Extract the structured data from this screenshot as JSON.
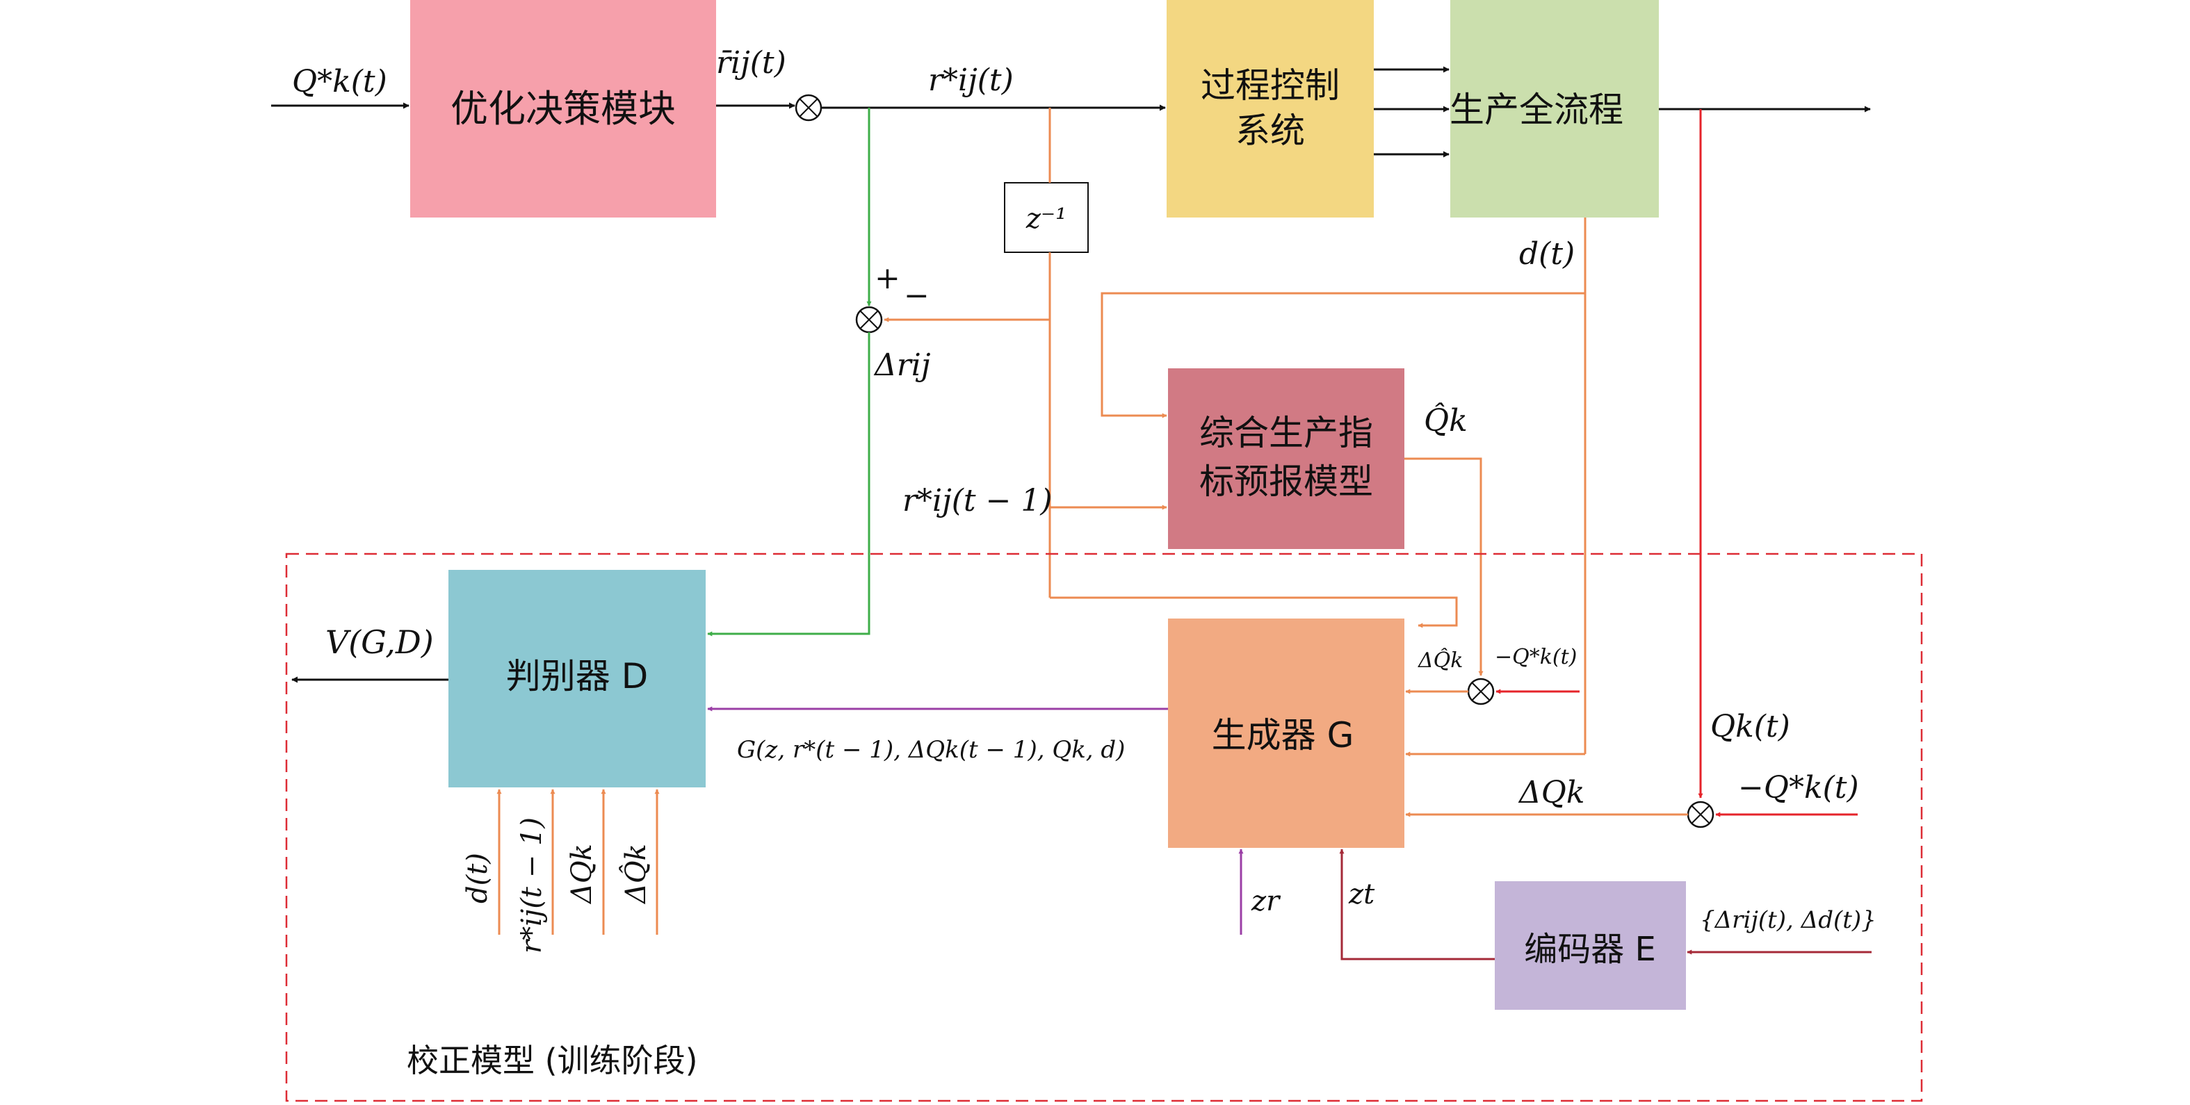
{
  "blocks": {
    "optimization": "优化决策模块",
    "process_control_1": "过程控制",
    "process_control_2": "系统",
    "production": "生产全流程",
    "forecast_1": "综合生产指",
    "forecast_2": "标预报模型",
    "discriminator": "判别器 D",
    "generator": "生成器 G",
    "encoder": "编码器 E",
    "delay": "z⁻¹"
  },
  "labels": {
    "q_star_in": "Q*k(t)",
    "r_bar": "r̄ij(t)",
    "r_star": "r*ij(t)",
    "d_t": "d(t)",
    "plus": "+",
    "minus": "−",
    "delta_r": "Δrij",
    "q_hat": "Q̂k",
    "r_star_prev": "r*ij(t − 1)",
    "v_gd": "V(G,D)",
    "delta_q_hat_small": "ΔQ̂k",
    "neg_q_star_small": "−Q*k(t)",
    "g_output": "G(z, r*(t − 1), ΔQk(t − 1), Qk, d)",
    "q_k": "Qk(t)",
    "neg_q_star": "−Q*k(t)",
    "delta_q": "ΔQk",
    "z_r": "zr",
    "z_t": "zt",
    "encoder_input": "{Δrij(t), Δd(t)}",
    "disc_in_1": "d(t)",
    "disc_in_2": "r*ij(t − 1)",
    "disc_in_3": "ΔQk",
    "disc_in_4": "ΔQ̂k",
    "region": "校正模型 (训练阶段)"
  },
  "colors": {
    "optimization": "#f6a0ab",
    "process_control": "#f3d782",
    "production": "#cbdfad",
    "forecast": "#d17a84",
    "discriminator": "#8cc8d2",
    "generator": "#f2aa82",
    "encoder": "#c4b5d8",
    "orange_line": "#ec8b52",
    "green_line": "#3fae49",
    "red_line": "#e5232a",
    "purple_line": "#9b3fa6",
    "darkred_line": "#a52a38",
    "region_border": "#dd2c35"
  }
}
